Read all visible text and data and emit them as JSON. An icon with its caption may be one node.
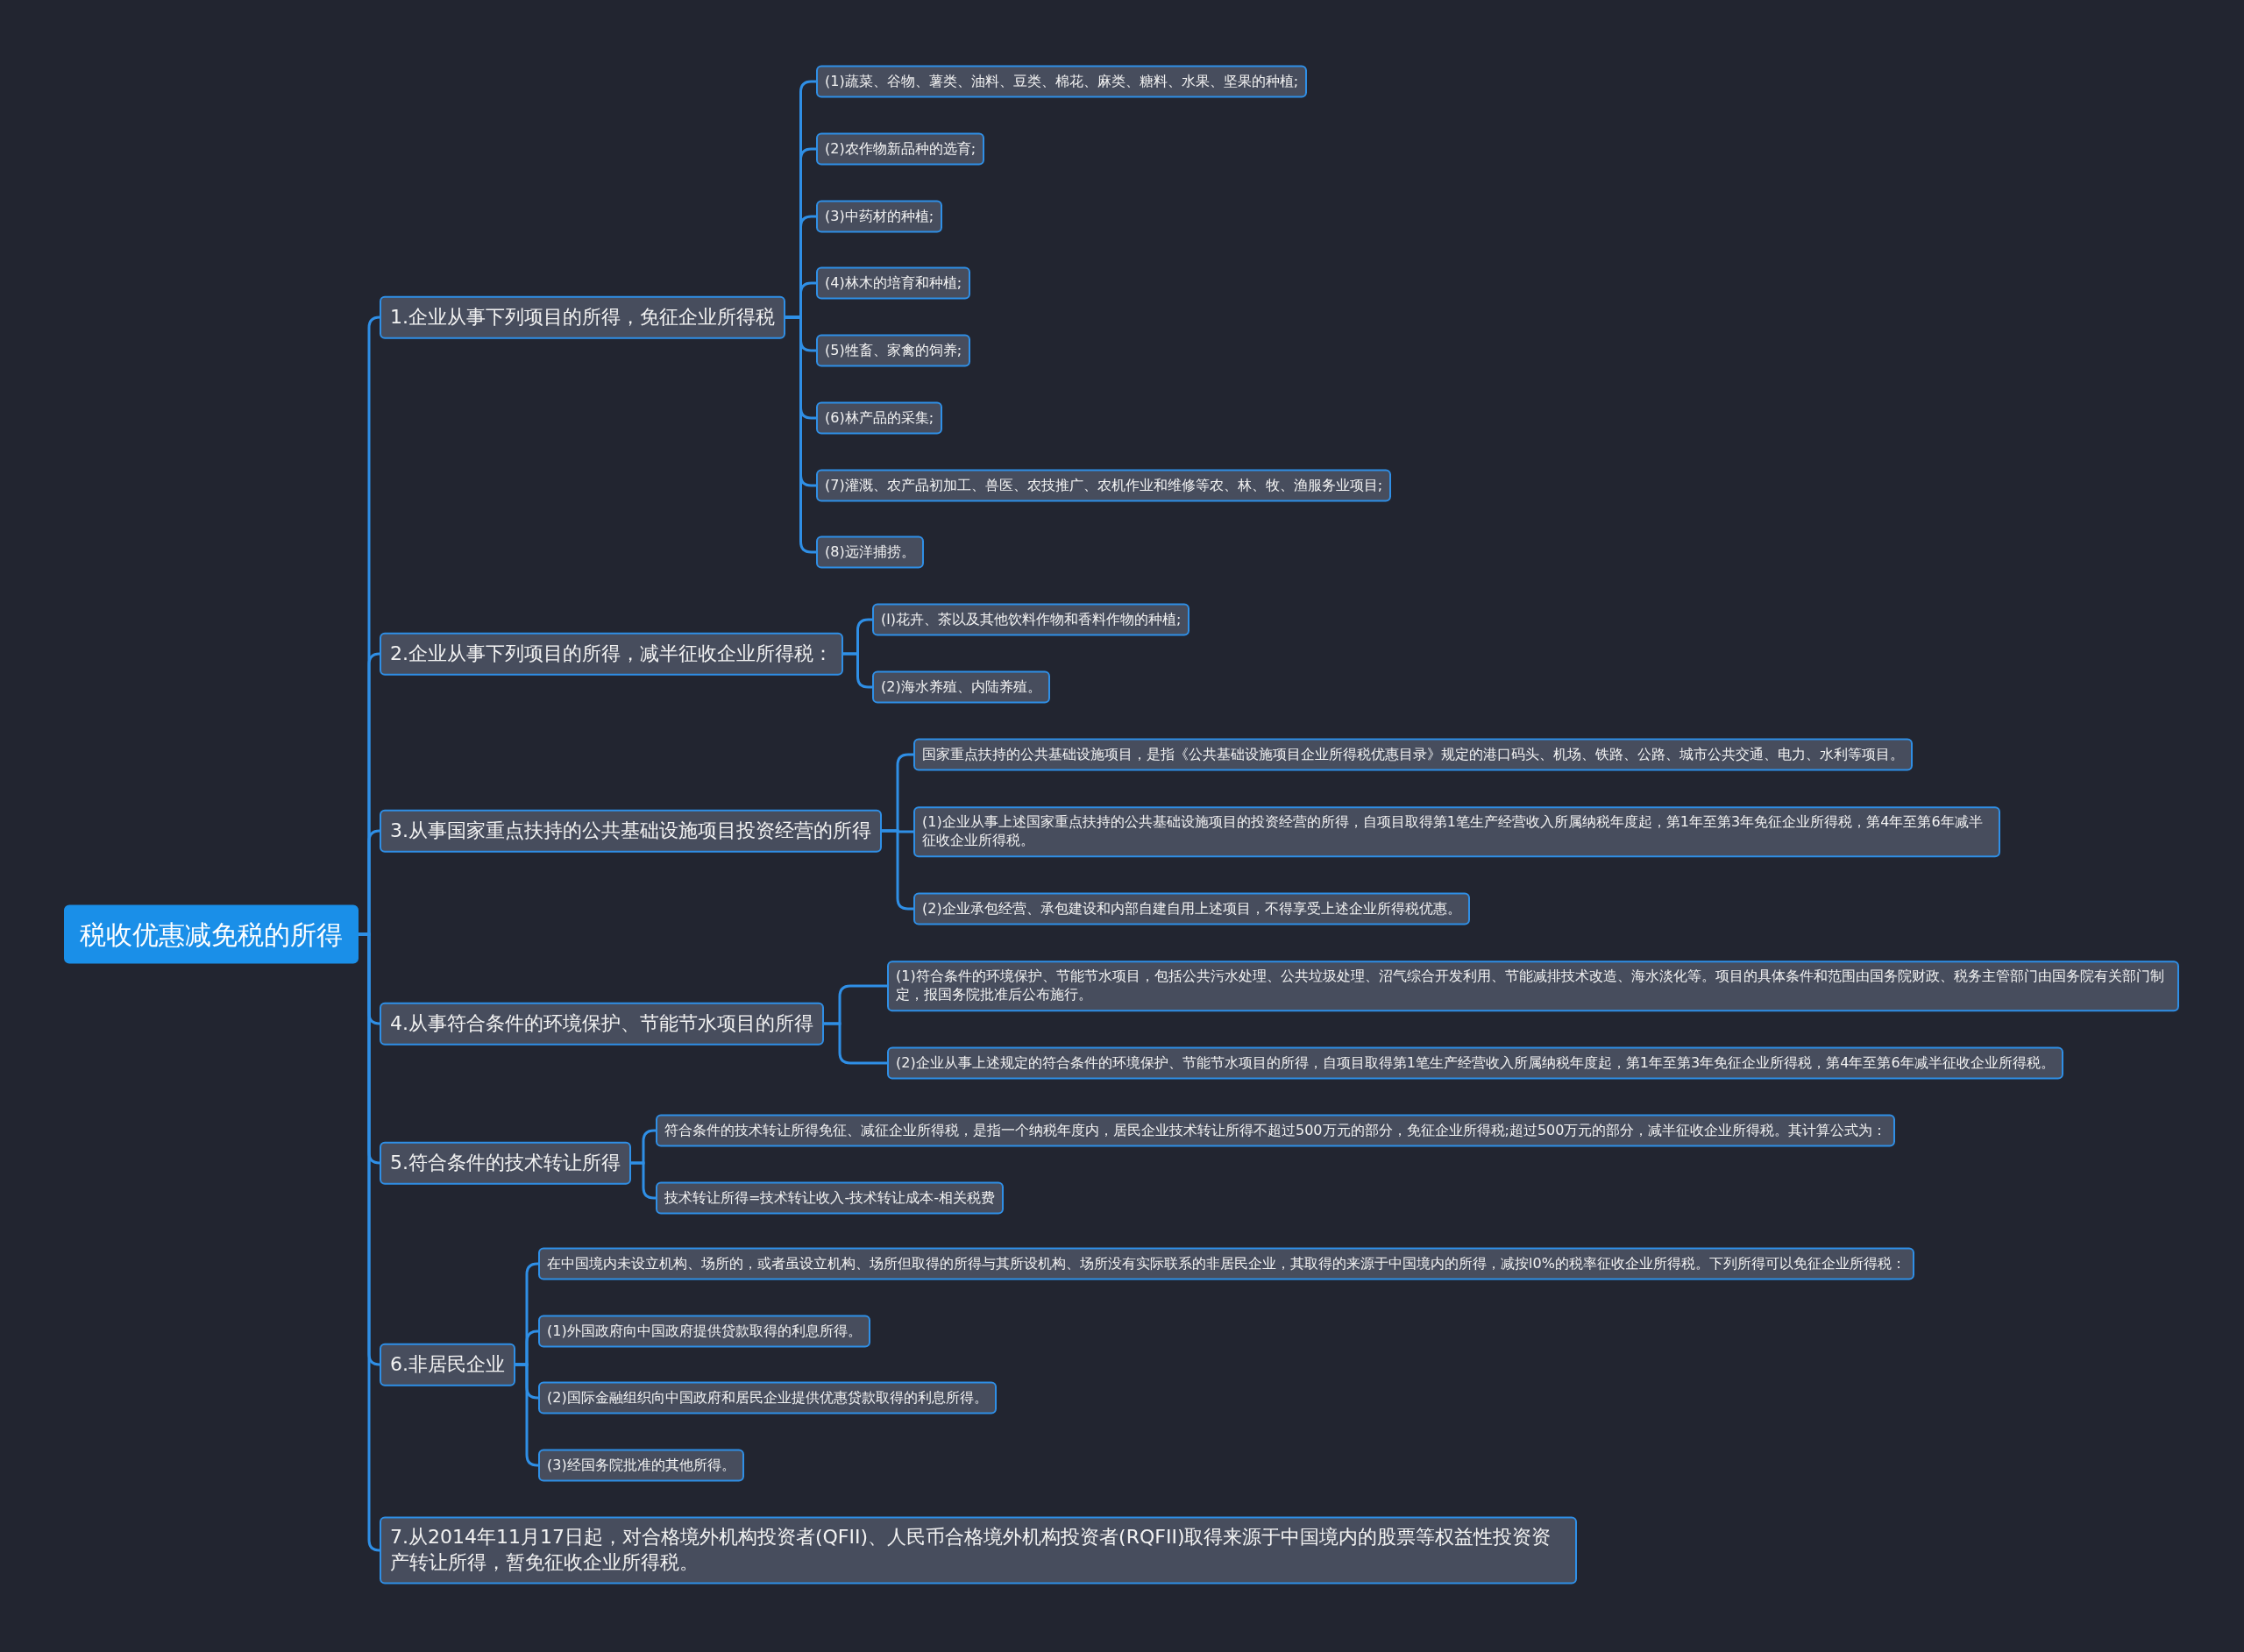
{
  "diagram": {
    "nodes": [
      {
        "text": [
          "税收优惠减免税的所得"
        ]
      },
      {
        "text": [
          "1.企业从事下列项目的所得，免征企业所得税"
        ]
      },
      {
        "text": [
          "(1)蔬菜、谷物、薯类、油料、豆类、棉花、麻类、糖料、水果、坚果的种植;"
        ]
      },
      {
        "text": [
          "(2)农作物新品种的选育;"
        ]
      },
      {
        "text": [
          "(3)中药材的种植;"
        ]
      },
      {
        "text": [
          "(4)林木的培育和种植;"
        ]
      },
      {
        "text": [
          "(5)牲畜、家禽的饲养;"
        ]
      },
      {
        "text": [
          "(6)林产品的采集;"
        ]
      },
      {
        "text": [
          "(7)灌溉、农产品初加工、兽医、农技推广、农机作业和维修等农、林、牧、渔服务业项目;"
        ]
      },
      {
        "text": [
          "(8)远洋捕捞。"
        ]
      },
      {
        "text": [
          "2.企业从事下列项目的所得，减半征收企业所得税："
        ]
      },
      {
        "text": [
          "(l)花卉、茶以及其他饮料作物和香料作物的种植;"
        ]
      },
      {
        "text": [
          "(2)海水养殖、内陆养殖。"
        ]
      },
      {
        "text": [
          "3.从事国家重点扶持的公共基础设施项目投资经营的所得"
        ]
      },
      {
        "text": [
          "国家重点扶持的公共基础设施项目，是指《公共基础设施项目企业所得税优惠目录》规定的港口码头、机场、铁路、公路、城市公共交通、电力、水利等项目。"
        ]
      },
      {
        "text": [
          "(1)企业从事上述国家重点扶持的公共基础设施项目的投资经营的所得，自项目取得第1笔生产经营收入所属纳税年度起，第1年至第3年免征企业所得税，第4年至第6年减半征收企业所得税。"
        ]
      },
      {
        "text": [
          "(2)企业承包经营、承包建设和内部自建自用上述项目，不得享受上述企业所得税优惠。"
        ]
      },
      {
        "text": [
          "4.从事符合条件的环境保护、节能节水项目的所得"
        ]
      },
      {
        "text": [
          "(1)符合条件的环境保护、节能节水项目，包括公共污水处理、公共垃圾处理、沼气综合开发利用、节能减排技术改造、海水淡化等。项目的具体条件和范围由国务院财政、税务主管部门由国务院有关部门制定，报国务院批准后公布施行。"
        ]
      },
      {
        "text": [
          "(2)企业从事上述规定的符合条件的环境保护、节能节水项目的所得，自项目取得第1笔生产经营收入所属纳税年度起，第1年至第3年免征企业所得税，第4年至第6年减半征收企业所得税。"
        ]
      },
      {
        "text": [
          "5.符合条件的技术转让所得"
        ]
      },
      {
        "text": [
          "符合条件的技术转让所得免征、减征企业所得税，是指一个纳税年度内，居民企业技术转让所得不超过500万元的部分，免征企业所得税;超过500万元的部分，减半征收企业所得税。其计算公式为："
        ]
      },
      {
        "text": [
          "技术转让所得=技术转让收入-技术转让成本-相关税费"
        ]
      },
      {
        "text": [
          "6.非居民企业"
        ]
      },
      {
        "text": [
          "在中国境内未设立机构、场所的，或者虽设立机构、场所但取得的所得与其所设机构、场所没有实际联系的非居民企业，其取得的来源于中国境内的所得，减按l0%的税率征收企业所得税。下列所得可以免征企业所得税："
        ]
      },
      {
        "text": [
          "(1)外国政府向中国政府提供贷款取得的利息所得。"
        ]
      },
      {
        "text": [
          "(2)国际金融组织向中国政府和居民企业提供优惠贷款取得的利息所得。"
        ]
      },
      {
        "text": [
          "(3)经国务院批准的其他所得。"
        ]
      },
      {
        "text": [
          "7.从2014年11月17日起，对合格境外机构投资者(QFII)、人民币合格境外机构投资者(RQFII)取得来源于中国境内的股票等权益性投资资产转让所得，暂免征收企业所得税。"
        ]
      }
    ],
    "edges": [
      {
        "from": 0,
        "to": 1,
        "arrow": "none"
      },
      {
        "from": 1,
        "to": 2,
        "arrow": "none"
      },
      {
        "from": 1,
        "to": 3,
        "arrow": "none"
      },
      {
        "from": 1,
        "to": 4,
        "arrow": "none"
      },
      {
        "from": 1,
        "to": 5,
        "arrow": "none"
      },
      {
        "from": 1,
        "to": 6,
        "arrow": "none"
      },
      {
        "from": 1,
        "to": 7,
        "arrow": "none"
      },
      {
        "from": 1,
        "to": 8,
        "arrow": "none"
      },
      {
        "from": 1,
        "to": 9,
        "arrow": "none"
      },
      {
        "from": 0,
        "to": 10,
        "arrow": "none"
      },
      {
        "from": 10,
        "to": 11,
        "arrow": "none"
      },
      {
        "from": 10,
        "to": 12,
        "arrow": "none"
      },
      {
        "from": 0,
        "to": 13,
        "arrow": "none"
      },
      {
        "from": 13,
        "to": 14,
        "arrow": "none"
      },
      {
        "from": 13,
        "to": 15,
        "arrow": "none"
      },
      {
        "from": 13,
        "to": 16,
        "arrow": "none"
      },
      {
        "from": 0,
        "to": 17,
        "arrow": "none"
      },
      {
        "from": 17,
        "to": 18,
        "arrow": "none"
      },
      {
        "from": 17,
        "to": 19,
        "arrow": "none"
      },
      {
        "from": 0,
        "to": 20,
        "arrow": "none"
      },
      {
        "from": 20,
        "to": 21,
        "arrow": "none"
      },
      {
        "from": 20,
        "to": 22,
        "arrow": "none"
      },
      {
        "from": 0,
        "to": 23,
        "arrow": "none"
      },
      {
        "from": 23,
        "to": 24,
        "arrow": "none"
      },
      {
        "from": 23,
        "to": 25,
        "arrow": "none"
      },
      {
        "from": 23,
        "to": 26,
        "arrow": "none"
      },
      {
        "from": 23,
        "to": 27,
        "arrow": "none"
      },
      {
        "from": 0,
        "to": 28,
        "arrow": "none"
      }
    ]
  }
}
